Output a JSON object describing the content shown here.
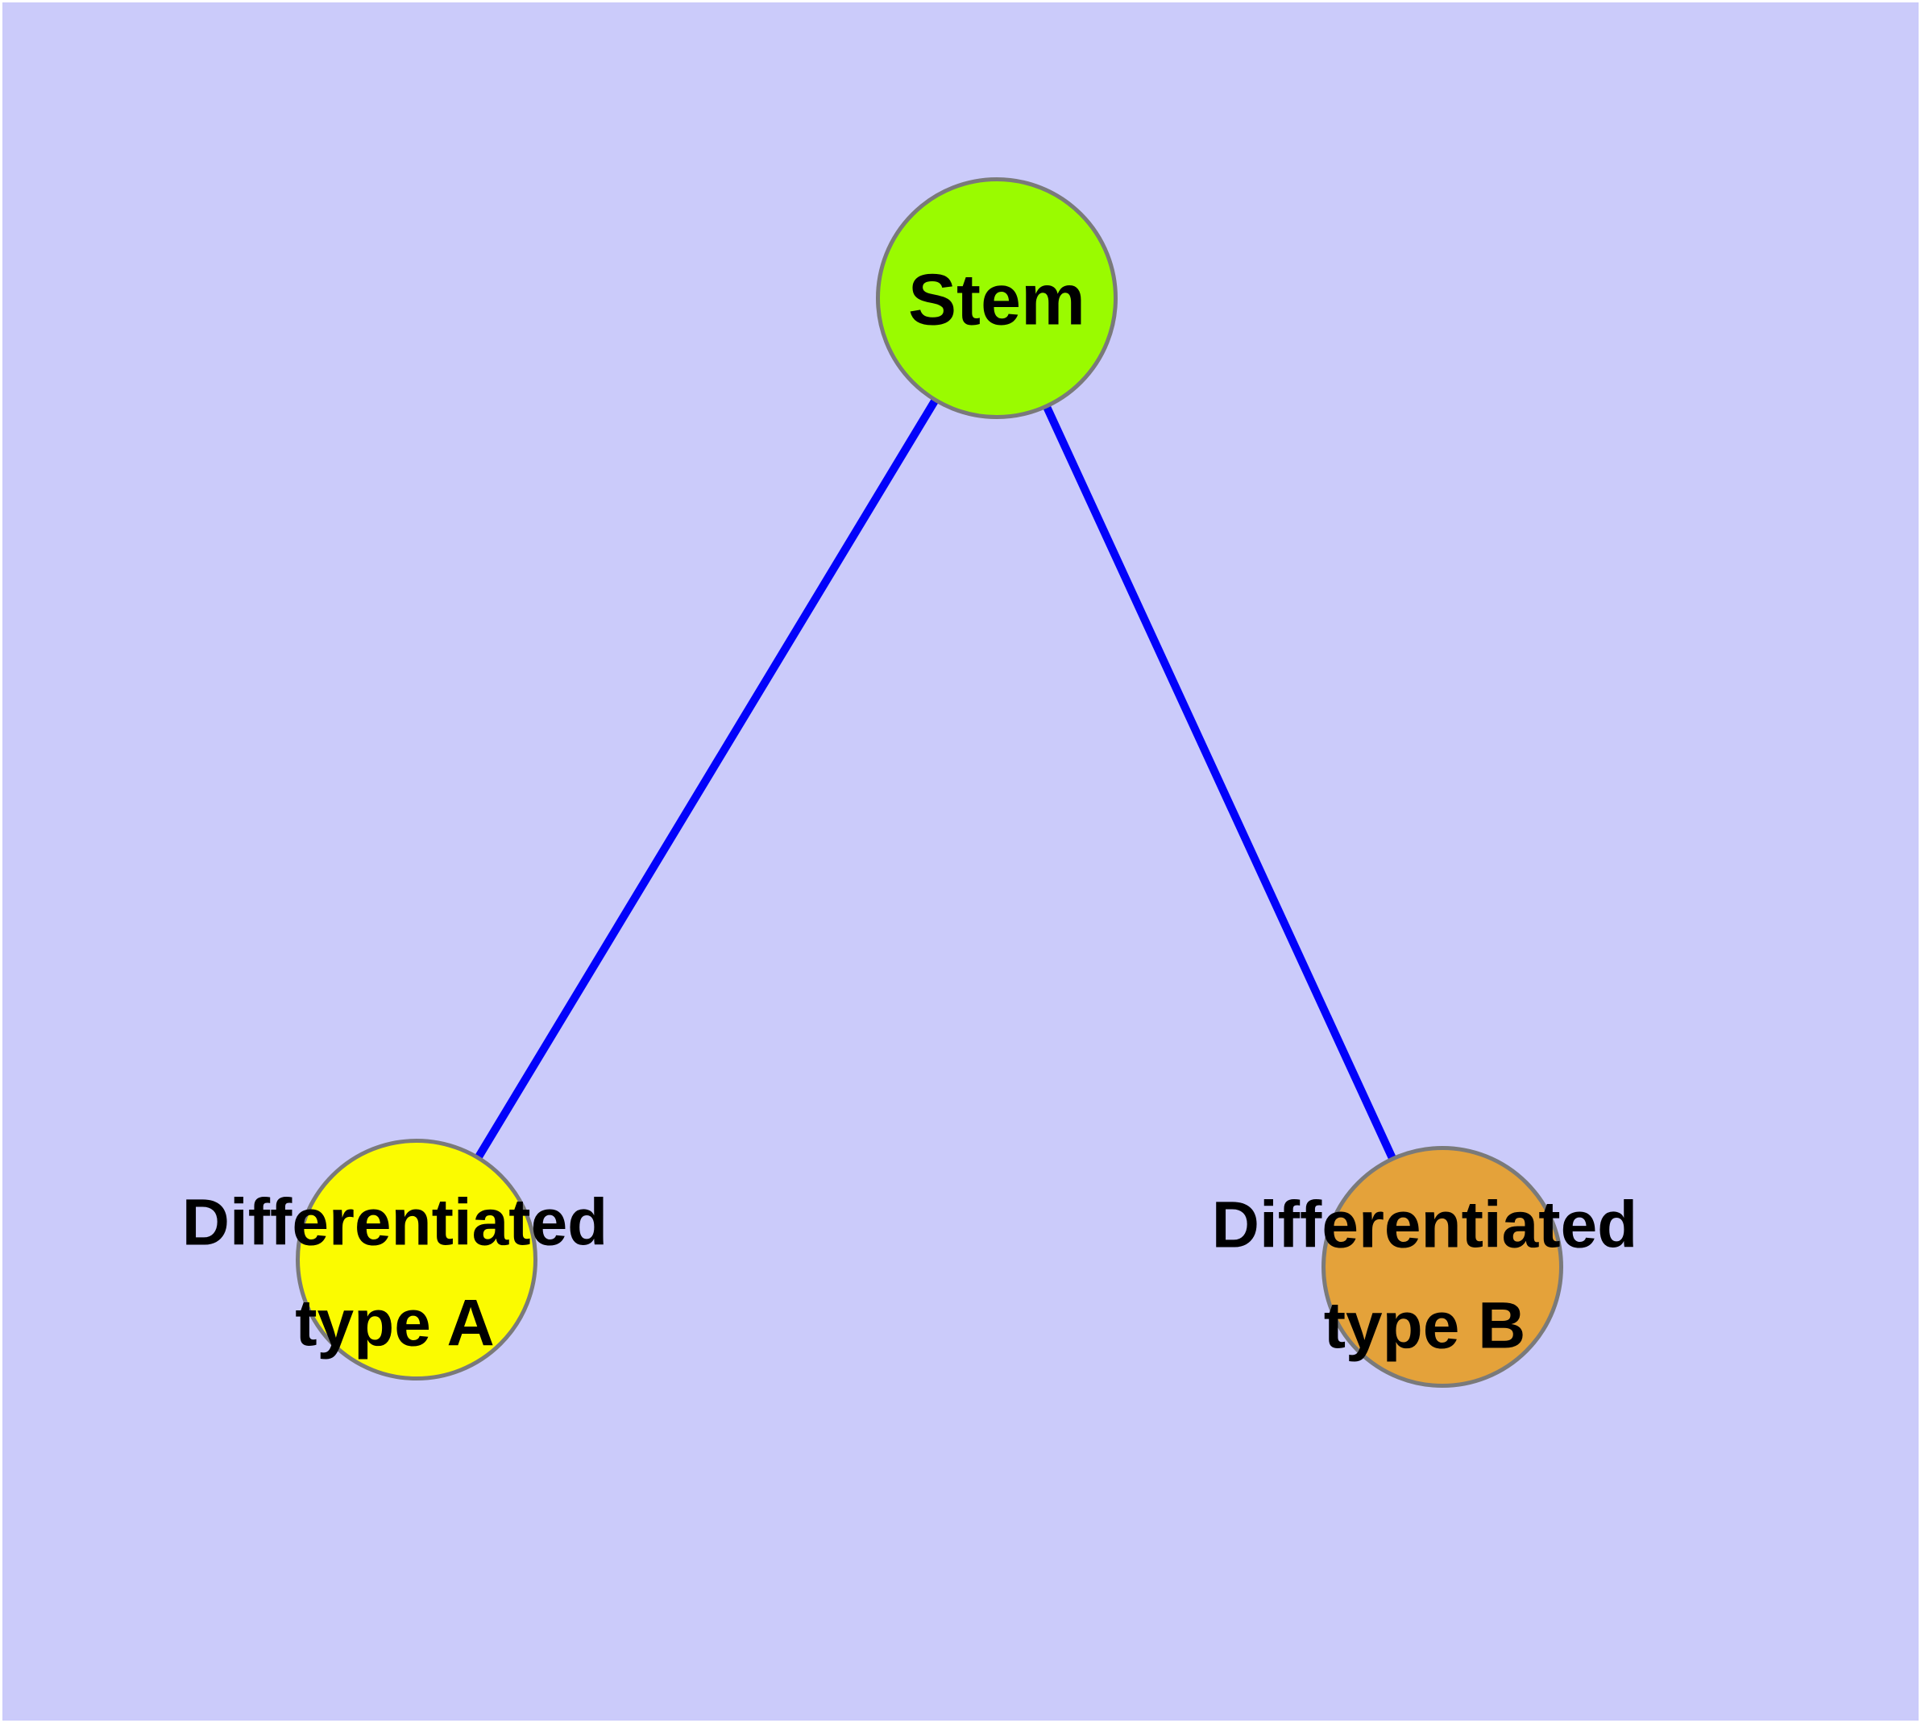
{
  "graph": {
    "background_color": "#CBCBFA",
    "frame_color": "#FFFFFF",
    "node_border_color": "#7A7A7A",
    "edge_color": "#0202FA",
    "label_color": "#000000",
    "nodes": [
      {
        "id": "stem",
        "lines": [
          "Stem"
        ],
        "fill": "#9AFB00"
      },
      {
        "id": "differentiated-type-a",
        "lines": [
          "Differentiated",
          "type A"
        ],
        "fill": "#FBFB00"
      },
      {
        "id": "differentiated-type-b",
        "lines": [
          "Differentiated",
          "type B"
        ],
        "fill": "#E4A23A"
      }
    ],
    "edges": [
      {
        "from": "Stem",
        "to": "Differentiated type A"
      },
      {
        "from": "Stem",
        "to": "Differentiated type B"
      }
    ]
  }
}
